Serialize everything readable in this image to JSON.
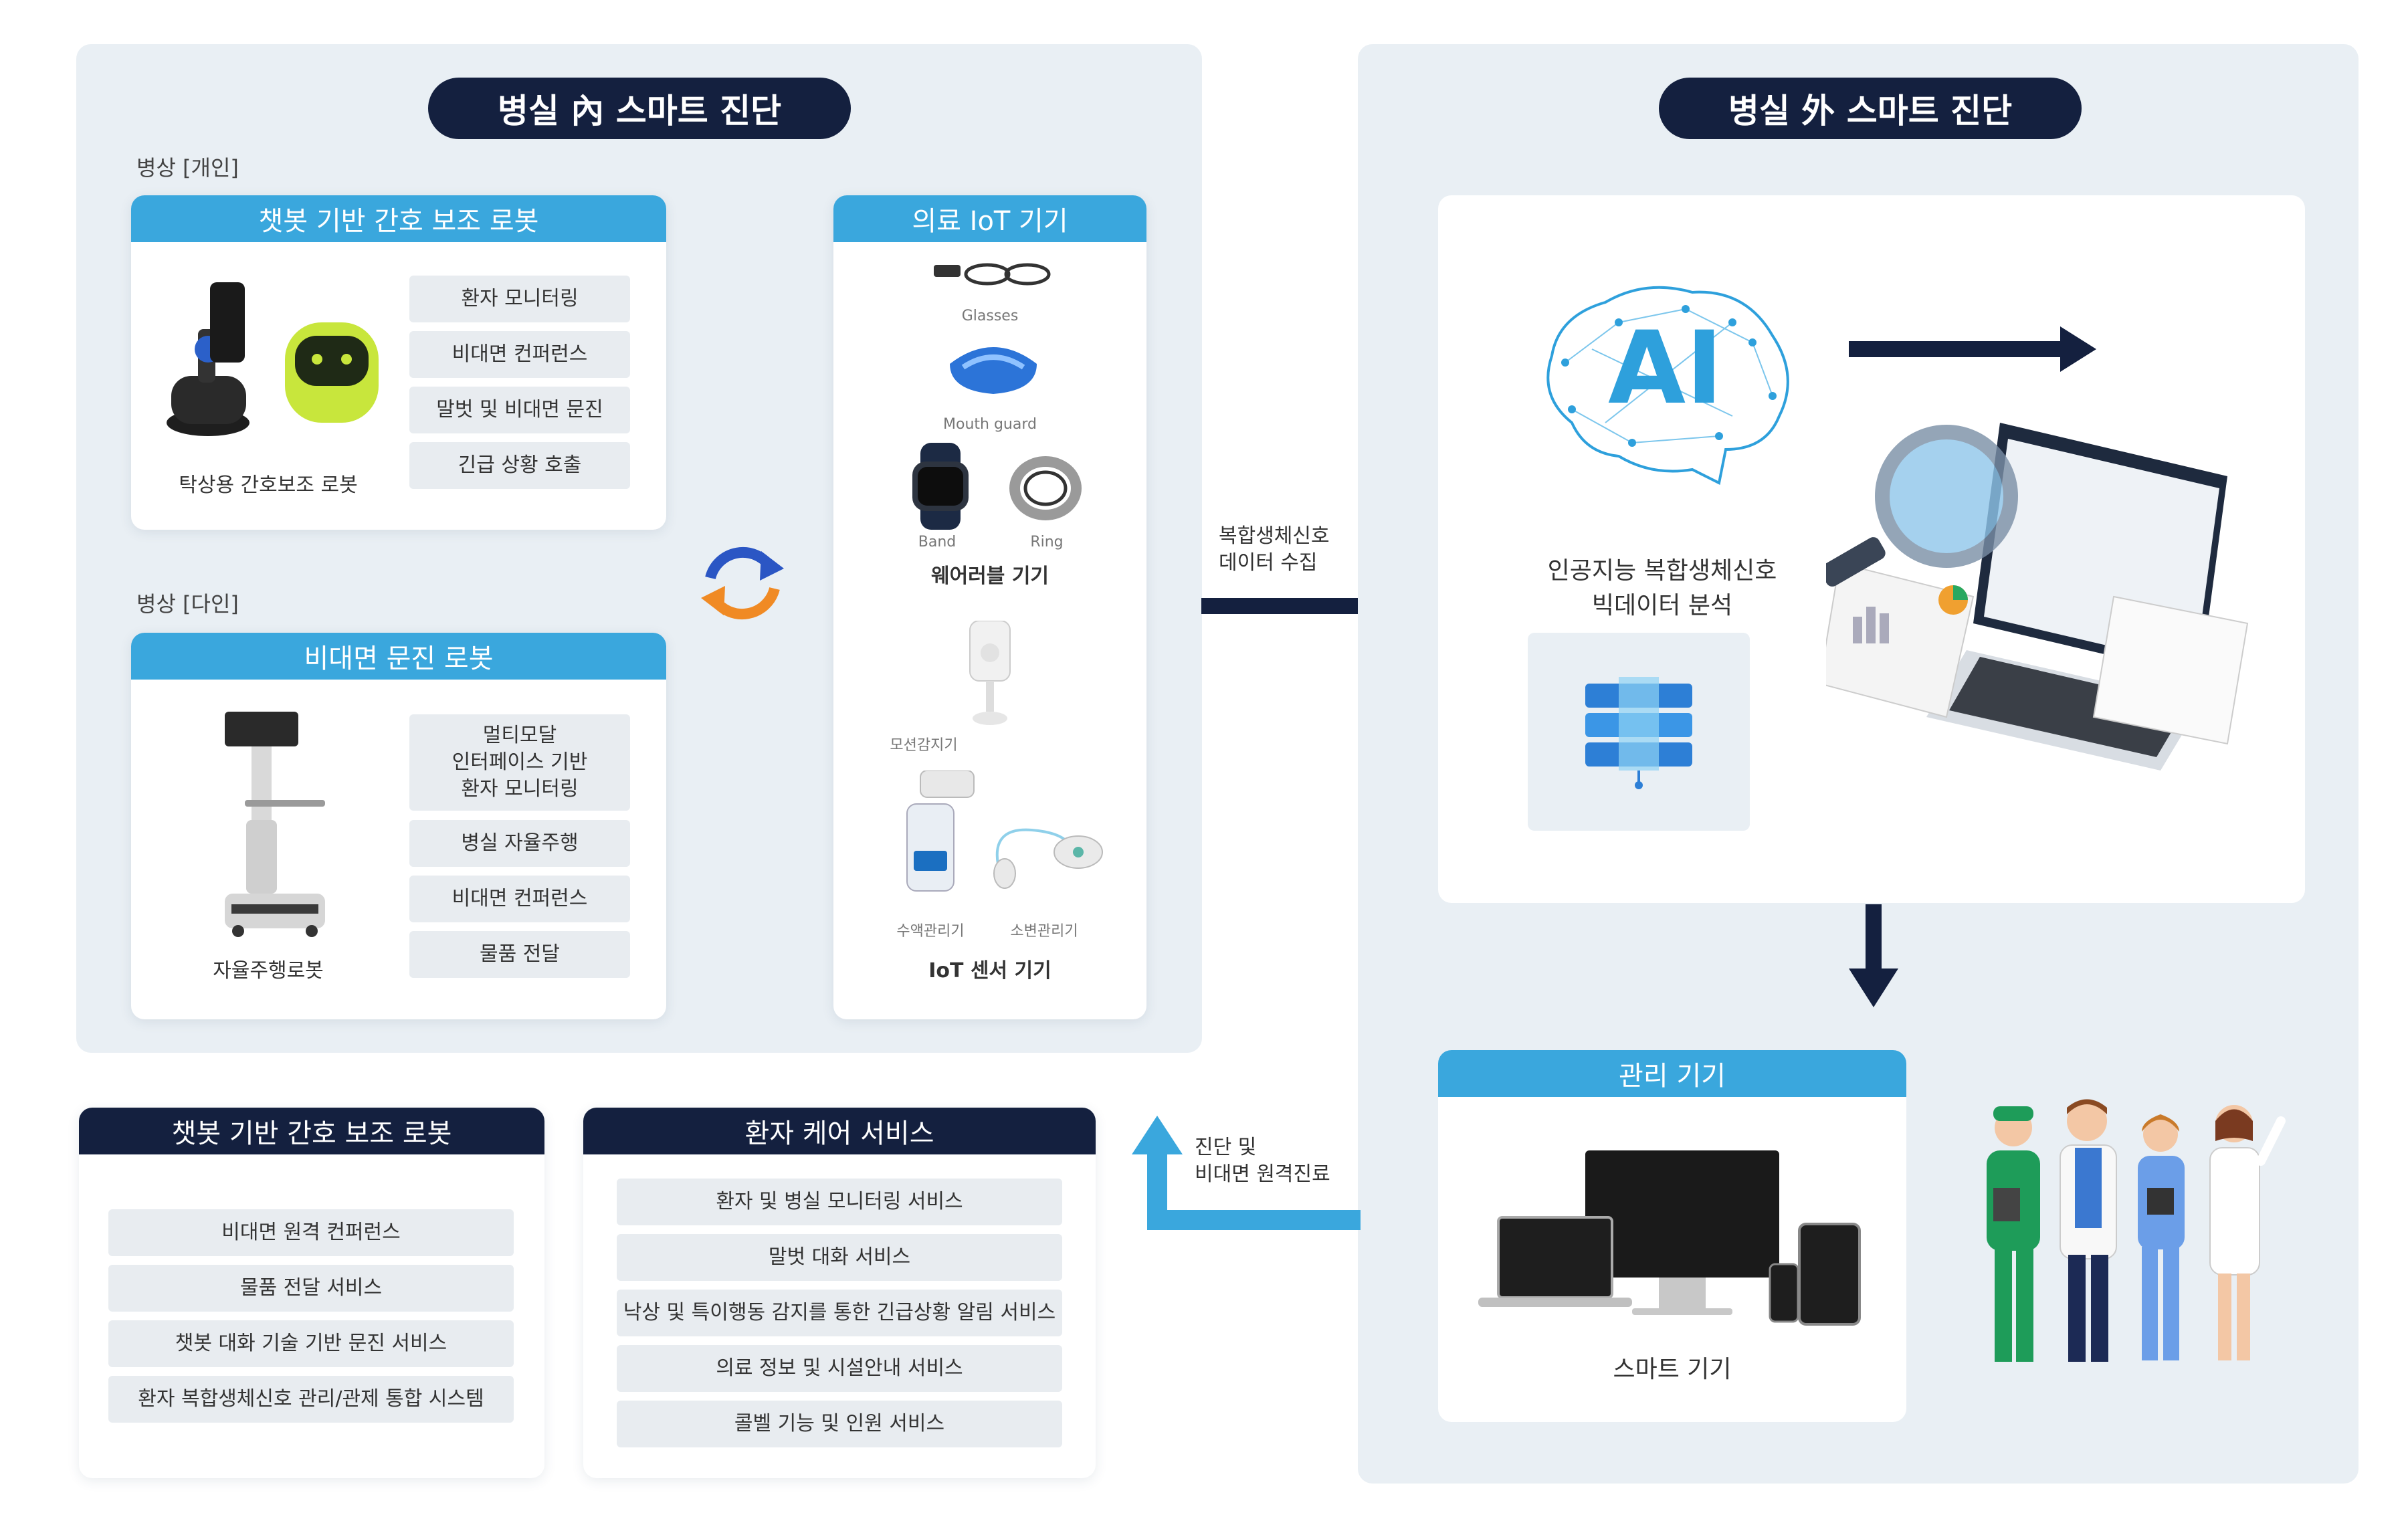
{
  "left_panel": {
    "title": "병실 內 스마트 진단",
    "bed_individual": "병상 [개인]",
    "bed_multi": "병상 [다인]",
    "chatbot_robot": {
      "title": "챗봇 기반 간호 보조 로봇",
      "caption": "탁상용 간호보조 로봇",
      "items": [
        "환자 모니터링",
        "비대면 컨퍼런스",
        "말벗 및 비대면 문진",
        "긴급 상황 호출"
      ]
    },
    "interview_robot": {
      "title": "비대면 문진 로봇",
      "caption": "자율주행로봇",
      "items": [
        "멀티모달\n인터페이스 기반\n환자 모니터링",
        "병실 자율주행",
        "비대면 컨퍼런스",
        "물품 전달"
      ]
    },
    "iot": {
      "title": "의료 IoT 기기",
      "glasses": "Glasses",
      "mouth_guard": "Mouth guard",
      "band": "Band",
      "ring": "Ring",
      "wearable": "웨어러블 기기",
      "motion": "모션감지기",
      "infusion": "수액관리기",
      "urine": "소변관리기",
      "sensor": "IoT 센서 기기"
    }
  },
  "arrow_label_collect": "복합생체신호\n데이터 수집",
  "arrow_label_remote": "진단 및\n비대면 원격진료",
  "right_panel": {
    "title": "병실 外 스마트 진단",
    "ai_text": "AI",
    "ai_caption": "인공지능 복합생체신호\n빅데이터 분석",
    "device": {
      "title": "관리 기기",
      "caption": "스마트 기기"
    }
  },
  "bottom_chatbot": {
    "title": "챗봇 기반 간호 보조 로봇",
    "items": [
      "비대면 원격 컨퍼런스",
      "물품 전달 서비스",
      "챗봇 대화 기술 기반 문진 서비스",
      "환자 복합생체신호 관리/관제 통합 시스템"
    ]
  },
  "bottom_care": {
    "title": "환자 케어 서비스",
    "items": [
      "환자 및 병실 모니터링 서비스",
      "말벗 대화 서비스",
      "낙상 및 특이행동 감지를 통한 긴급상황 알림 서비스",
      "의료 정보 및 시설안내 서비스",
      "콜벨 기능 및 인원 서비스"
    ]
  },
  "colors": {
    "navy": "#14203f",
    "blue": "#3aa7dd",
    "panel": "#e9eff4",
    "orange": "#f08a24"
  }
}
